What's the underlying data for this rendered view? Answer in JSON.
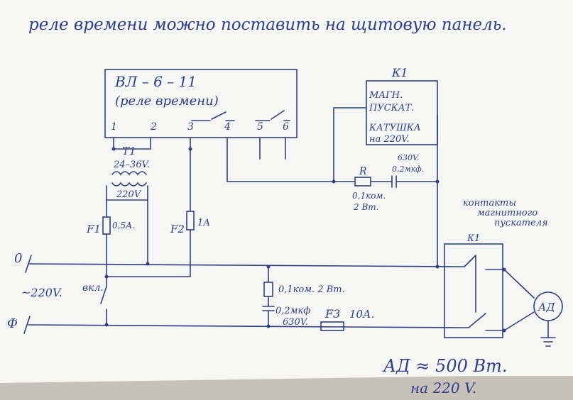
{
  "note": "реле времени можно поставить на щитовую панель.",
  "relay": {
    "title": "ВЛ – 6 – 11",
    "subtitle": "(реле времени)",
    "pins": [
      "1",
      "2",
      "3",
      "4",
      "5",
      "6"
    ]
  },
  "contactor": {
    "id": "К1",
    "lines": [
      "МАГН.",
      "ПУСКАТ.",
      "КАТУШКА",
      "на 220V."
    ]
  },
  "transformer": {
    "id": "Т1",
    "rating": "24–36V.",
    "primary": "220V"
  },
  "fuse1": {
    "id": "F1",
    "rating": "0,5А."
  },
  "fuse2": {
    "id": "F2",
    "rating": "1А"
  },
  "fuse3": {
    "id": "F3",
    "rating": "10А."
  },
  "rc_snubber": {
    "r_label": "R",
    "r_value": "0,1ком.",
    "r_power": "2 Вт.",
    "c_voltage": "630V.",
    "c_value": "0,2мкф."
  },
  "rc_line": {
    "r_label": "0,1ком. 2 Вт.",
    "c_value": "0,2мкф",
    "c_voltage": "630V."
  },
  "mains": {
    "zero": "0",
    "phase": "Ф",
    "voltage": "~220V."
  },
  "switch_label": "вкл.",
  "contacts_label": [
    "контакты",
    "магнитного",
    "пускателя"
  ],
  "k1_contact": "К1",
  "motor": {
    "symbol": "АД",
    "spec": "АД ≈ 500 Вт.",
    "voltage": "на 220 V."
  }
}
